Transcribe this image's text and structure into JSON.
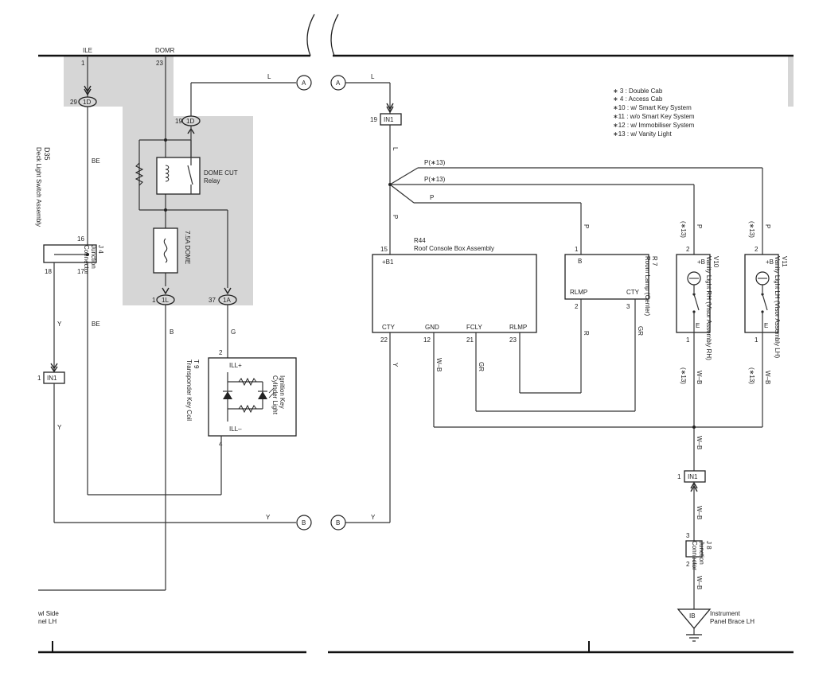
{
  "labels": {
    "ILE": "ILE",
    "DOMR": "DOMR",
    "p1": "1",
    "p23": "23",
    "p29": "29",
    "c1D": "1D",
    "p19a": "19",
    "c1Db": "1D",
    "L1": "L",
    "L2": "L",
    "L3": "L",
    "offA1": "A",
    "offA2": "A",
    "offB1": "B",
    "offB2": "B",
    "domeCut": "DOME CUT",
    "relay": "Relay",
    "fuse": "7.5A DOME",
    "p1L": "1",
    "c1L": "1L",
    "p37": "37",
    "c1A": "1A",
    "D35": "D35",
    "D35name": "Deck Light Switch Assembly",
    "BE1": "BE",
    "BE2": "BE",
    "J4p16": "16",
    "J4p18": "18",
    "J4p17": "17",
    "J4": "J 4",
    "J4name1": "Junction",
    "J4name2": "Connector",
    "Y1": "Y",
    "Y2": "Y",
    "Y3": "Y",
    "Y4": "Y",
    "Y5": "Y",
    "IN1a": "IN1",
    "IN1a_pin": "1",
    "B1": "B",
    "G1": "G",
    "GR1": "GR",
    "GR2": "GR",
    "T9p2": "2",
    "T9p4": "4",
    "ILLp": "ILL+",
    "ILLm": "ILL–",
    "T9": "T 9",
    "T9name": "Transponder Key Coil",
    "ign1": "Ignition Key",
    "ign2": "Cylinder Light",
    "cowl1": "wl Side",
    "cowl2": "nel LH",
    "IN1b": "IN1",
    "IN1b_pin": "19",
    "P13a": "P(∗13)",
    "P13b": "P(∗13)",
    "Pc": "P",
    "Pd": "P",
    "Pe": "P",
    "Pf": "P",
    "Pg": "P",
    "p13v1": "(∗13)",
    "p13v2": "(∗13)",
    "p13v3": "(∗13)",
    "p13v4": "(∗13)",
    "R44": "R44",
    "R44name": "Roof Console Box Assembly",
    "R44p15": "15",
    "B1pin": "+B1",
    "CTY": "CTY",
    "GND": "GND",
    "FCLY": "FCLY",
    "RLMP": "RLMP",
    "R44p22": "22",
    "R44p12": "12",
    "R44p21": "21",
    "R44p23": "23",
    "R7p1": "1",
    "R7B": "B",
    "R7RLMP": "RLMP",
    "R7CTY": "CTY",
    "R7p2": "2",
    "R7p3": "3",
    "R7": "R 7",
    "R7name": "Room Lamp (Center)",
    "Rw": "R",
    "WB1": "W–B",
    "WB2": "W–B",
    "WB3": "W–B",
    "WB4": "W–B",
    "WB5": "W–B",
    "WB6": "W–B",
    "V10p2": "2",
    "V10B": "+B",
    "V10E": "E",
    "V10p1": "1",
    "V10": "V10",
    "V10name": "Vanity Light RH (Visor Assembly RH)",
    "V11p2": "2",
    "V11B": "+B",
    "V11E": "E",
    "V11p1": "1",
    "V11": "V11",
    "V11name": "Vanity Light LH (Visor Assembly LH)",
    "IN1c": "IN1",
    "IN1c_pin": "1",
    "J8p3": "3",
    "J8p2": "2",
    "J8": "J 8",
    "J8name1": "Junction",
    "J8name2": "Connector",
    "IB": "IB",
    "IBname1": "Instrument",
    "IBname2": "Panel Brace LH"
  },
  "legend": [
    "∗ 3 : Double Cab",
    "∗ 4 : Access Cab",
    "∗10 : w/ Smart Key System",
    "∗11 : w/o Smart Key System",
    "∗12 : w/ Immobiliser System",
    "∗13 : w/ Vanity Light"
  ]
}
